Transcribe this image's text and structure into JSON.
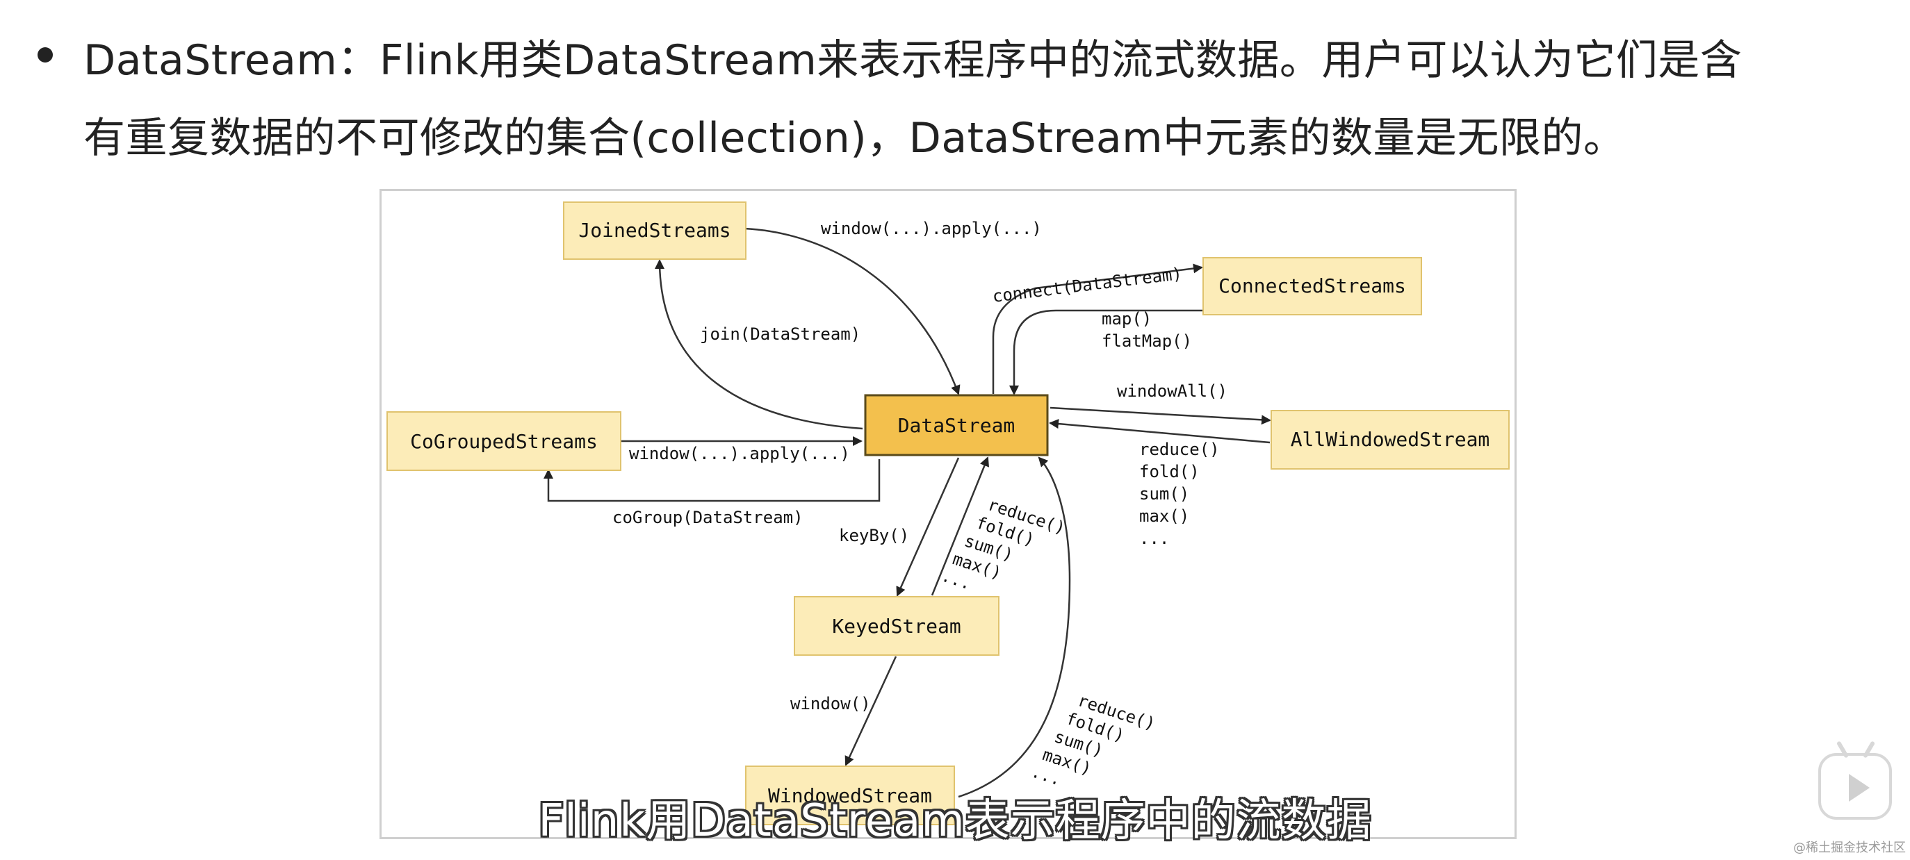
{
  "bullet": {
    "line1": "DataStream：Flink用类DataStream来表示程序中的流式数据。用户可以认为它们是含",
    "line2": "有重复数据的不可修改的集合(collection)，DataStream中元素的数量是无限的。"
  },
  "diagram": {
    "nodes": {
      "joined": "JoinedStreams",
      "connected": "ConnectedStreams",
      "datastream": "DataStream",
      "cogrouped": "CoGroupedStreams",
      "allwindowed": "AllWindowedStream",
      "keyed": "KeyedStream",
      "windowed": "WindowedStream"
    },
    "edges": {
      "window_apply_top": "window(...).apply(...)",
      "connect": "connect(DataStream)",
      "map": "map()",
      "flatmap": "flatMap()",
      "join": "join(DataStream)",
      "windowall": "windowAll()",
      "window_apply_left": "window(...).apply(...)",
      "cogroup": "coGroup(DataStream)",
      "keyby": "keyBy()",
      "window": "window()",
      "right_agg": [
        "reduce()",
        "fold()",
        "sum()",
        "max()",
        "..."
      ],
      "mid_agg": [
        "reduce()",
        "fold()",
        "sum()",
        "max()",
        "..."
      ],
      "low_agg": [
        "reduce()",
        "fold()",
        "sum()",
        "max()",
        "..."
      ]
    },
    "colors": {
      "node_fill": "#fcecb8",
      "node_stroke": "#e0c36e",
      "main_fill": "#f3c04d",
      "main_stroke": "#5a4a1a"
    }
  },
  "subtitle": "Flink用DataStream表示程序中的流数据",
  "watermark": "@稀土掘金技术社区",
  "icons": {
    "play": "bilibili-play-icon"
  }
}
